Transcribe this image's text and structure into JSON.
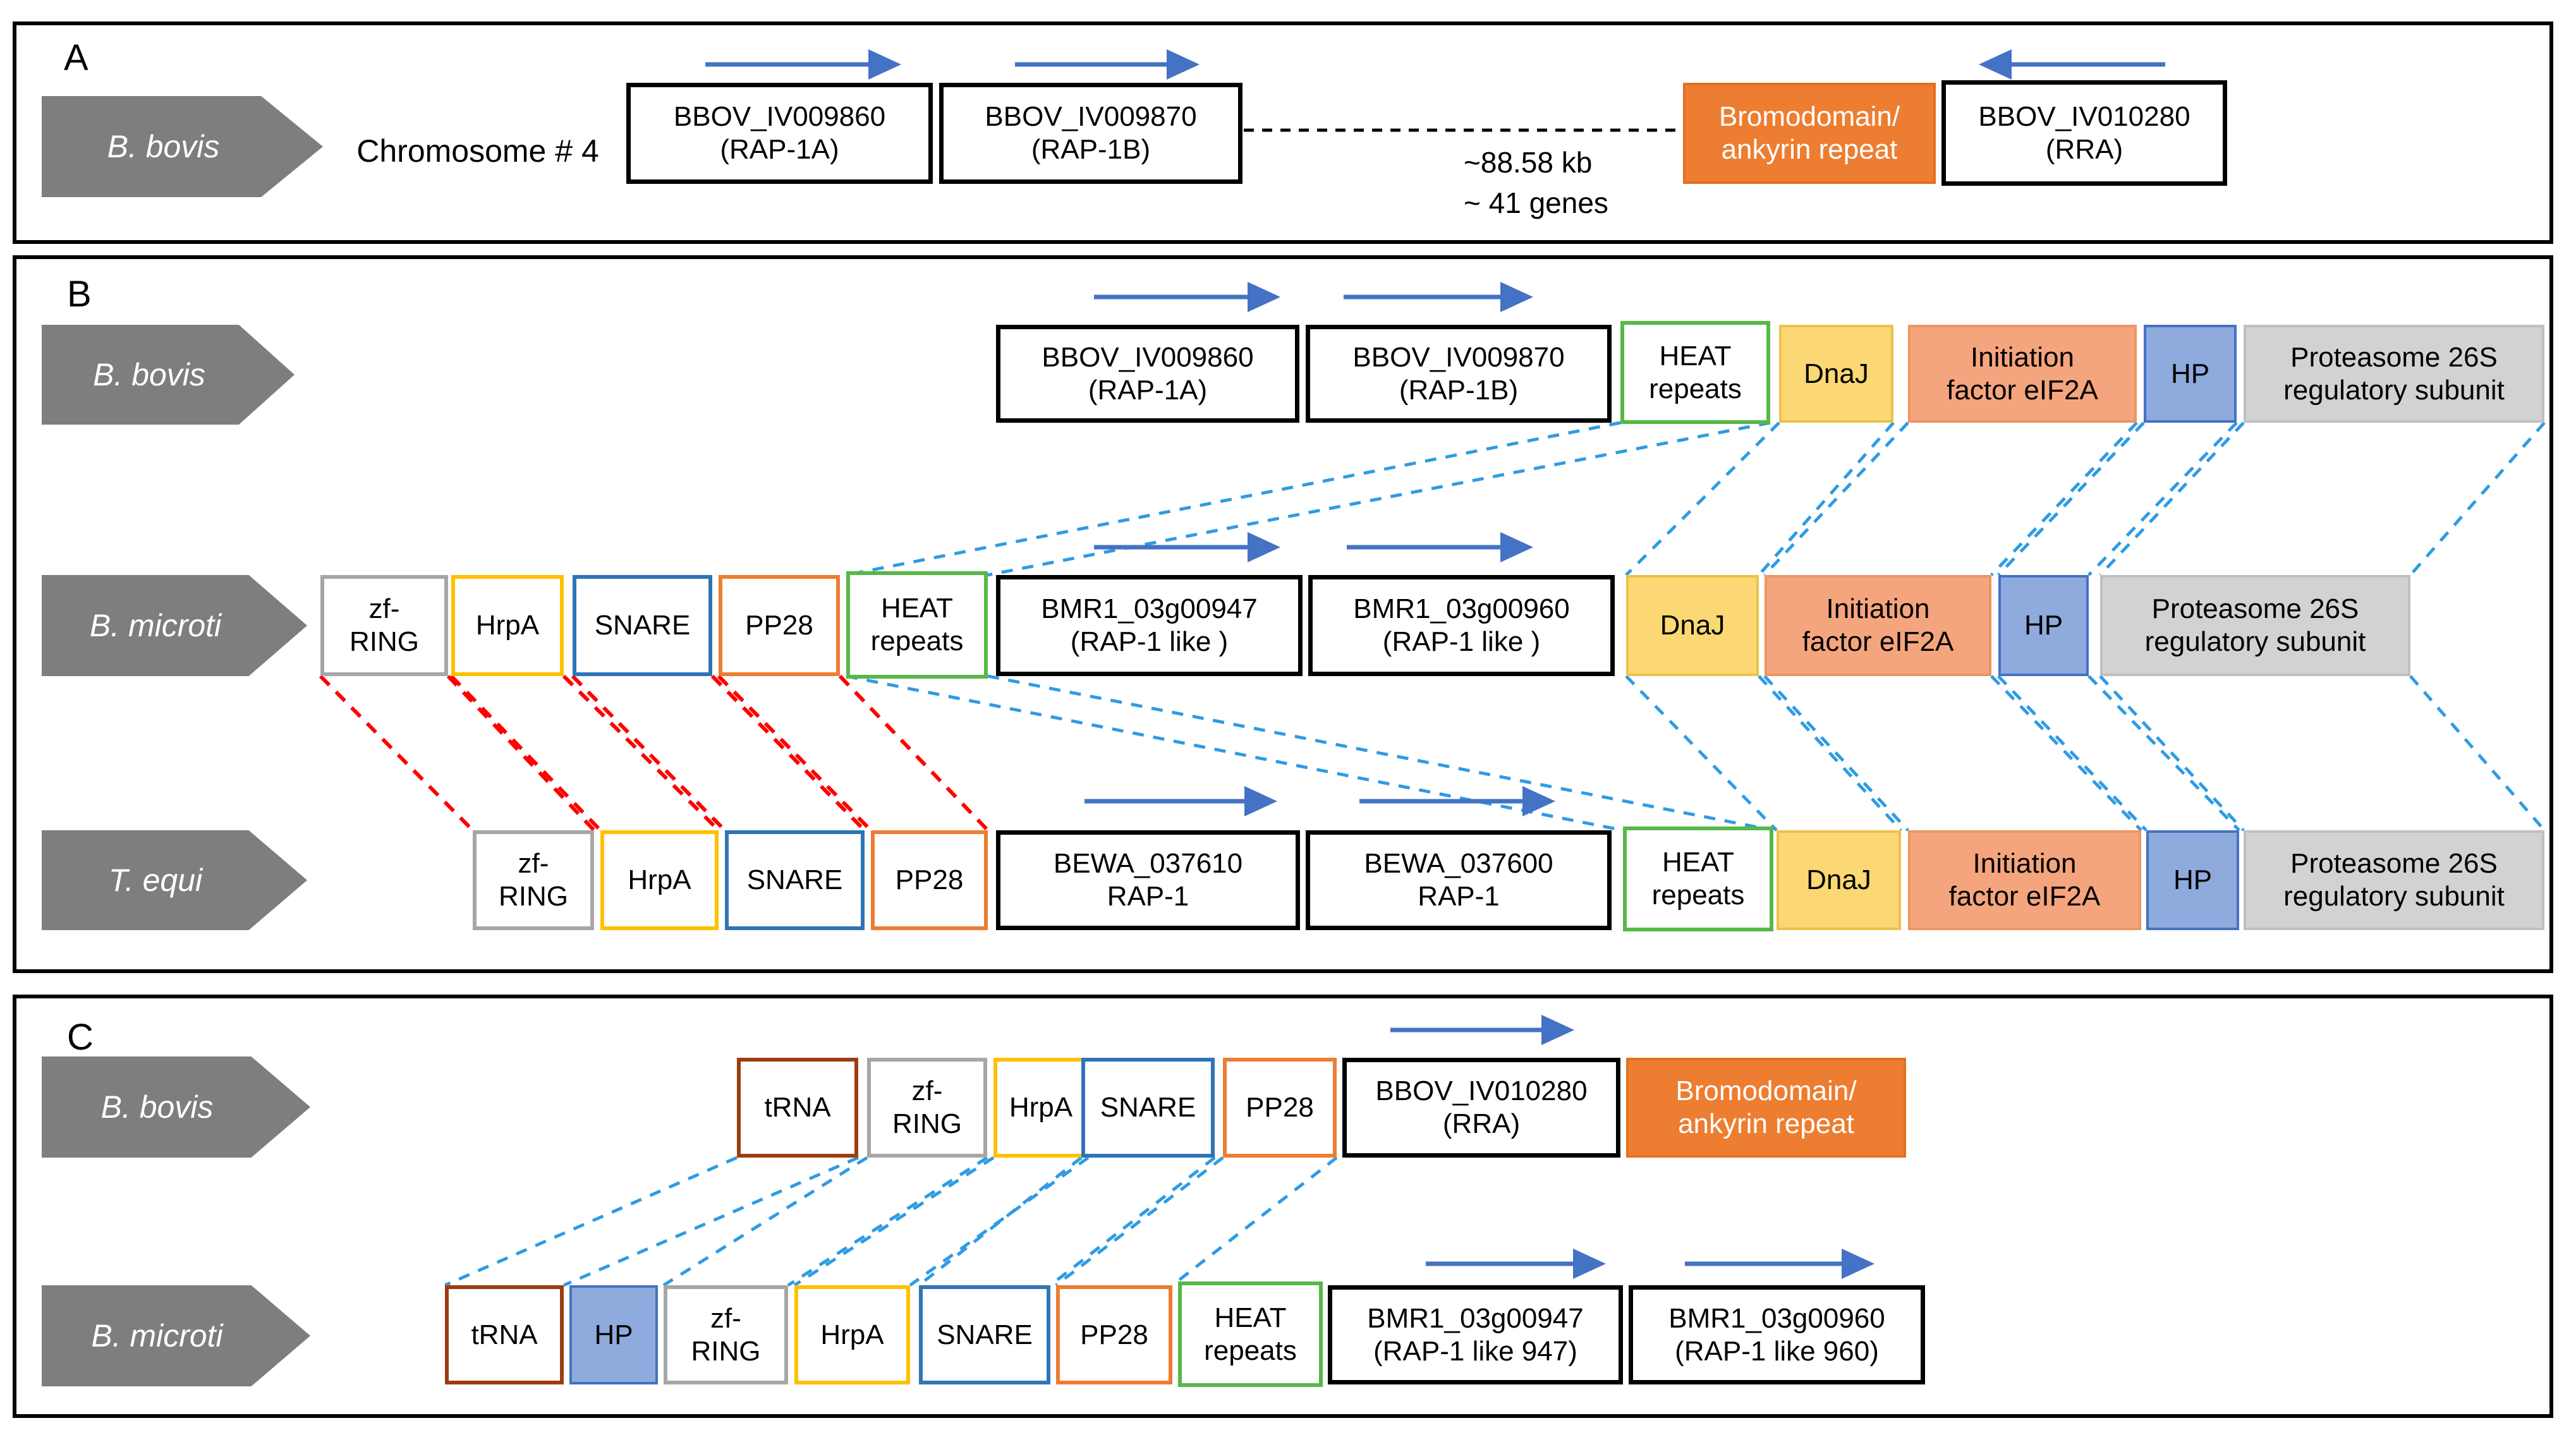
{
  "colors": {
    "species_arrow_gray": "#7e7e7e",
    "gene_direction_arrow_blue": "#4472c4",
    "synteny_line_blue": "#2e9be4",
    "synteny_line_red": "#ff0000",
    "bromodomain_orange": "#ed7d31",
    "dnaj_yellow_fill": "#fbd873",
    "eif2a_salmon_fill": "#f5a57e",
    "hp_blue_fill": "#8faadc",
    "proteasome_gray_fill": "#d2d2d2",
    "heat_green_border": "#57b847",
    "hrpa_yellow_border": "#ffc000",
    "snare_blue_border": "#2e75b6",
    "pp28_orange_border": "#ed7d31",
    "zf_ring_gray_border": "#a6a6a6",
    "trna_brown_border": "#9c3d10"
  },
  "panels": {
    "a": {
      "label": "A",
      "species": "B. bovis",
      "chromosome": "Chromosome # 4",
      "gap_kb": "~88.58 kb",
      "gap_genes": "~ 41 genes",
      "boxes": [
        {
          "label": "BBOV_IV009860\n(RAP-1A)"
        },
        {
          "label": "BBOV_IV009870\n(RAP-1B)"
        },
        {
          "label": "Bromodomain/\nankyrin repeat"
        },
        {
          "label": "BBOV_IV010280\n(RRA)"
        }
      ]
    },
    "b": {
      "label": "B",
      "rows": [
        {
          "species": "B. bovis",
          "boxes": [
            {
              "label": "BBOV_IV009860\n(RAP-1A)"
            },
            {
              "label": "BBOV_IV009870\n(RAP-1B)"
            },
            {
              "label": "HEAT\nrepeats"
            },
            {
              "label": "DnaJ"
            },
            {
              "label": "Initiation\nfactor eIF2A"
            },
            {
              "label": "HP"
            },
            {
              "label": "Proteasome 26S\nregulatory subunit"
            }
          ]
        },
        {
          "species": "B. microti",
          "boxes": [
            {
              "label": "zf-\nRING"
            },
            {
              "label": "HrpA"
            },
            {
              "label": "SNARE"
            },
            {
              "label": "PP28"
            },
            {
              "label": "HEAT\nrepeats"
            },
            {
              "label": "BMR1_03g00947\n(RAP-1 like )"
            },
            {
              "label": "BMR1_03g00960\n(RAP-1 like )"
            },
            {
              "label": "DnaJ"
            },
            {
              "label": "Initiation\nfactor eIF2A"
            },
            {
              "label": "HP"
            },
            {
              "label": "Proteasome 26S\nregulatory subunit"
            }
          ]
        },
        {
          "species": "T. equi",
          "boxes": [
            {
              "label": "zf-\nRING"
            },
            {
              "label": "HrpA"
            },
            {
              "label": "SNARE"
            },
            {
              "label": "PP28"
            },
            {
              "label": "BEWA_037610\nRAP-1"
            },
            {
              "label": "BEWA_037600\nRAP-1"
            },
            {
              "label": "HEAT\nrepeats"
            },
            {
              "label": "DnaJ"
            },
            {
              "label": "Initiation\nfactor eIF2A"
            },
            {
              "label": "HP"
            },
            {
              "label": "Proteasome 26S\nregulatory subunit"
            }
          ]
        }
      ]
    },
    "c": {
      "label": "C",
      "rows": [
        {
          "species": "B. bovis",
          "boxes": [
            {
              "label": "tRNA"
            },
            {
              "label": "zf-\nRING"
            },
            {
              "label": "HrpA"
            },
            {
              "label": "SNARE"
            },
            {
              "label": "PP28"
            },
            {
              "label": "BBOV_IV010280\n(RRA)"
            },
            {
              "label": "Bromodomain/\nankyrin repeat"
            }
          ]
        },
        {
          "species": "B. microti",
          "boxes": [
            {
              "label": "tRNA"
            },
            {
              "label": "HP"
            },
            {
              "label": "zf-\nRING"
            },
            {
              "label": "HrpA"
            },
            {
              "label": "SNARE"
            },
            {
              "label": "PP28"
            },
            {
              "label": "HEAT\nrepeats"
            },
            {
              "label": "BMR1_03g00947\n(RAP-1 like 947)"
            },
            {
              "label": "BMR1_03g00960\n(RAP-1 like 960)"
            }
          ]
        }
      ]
    }
  }
}
